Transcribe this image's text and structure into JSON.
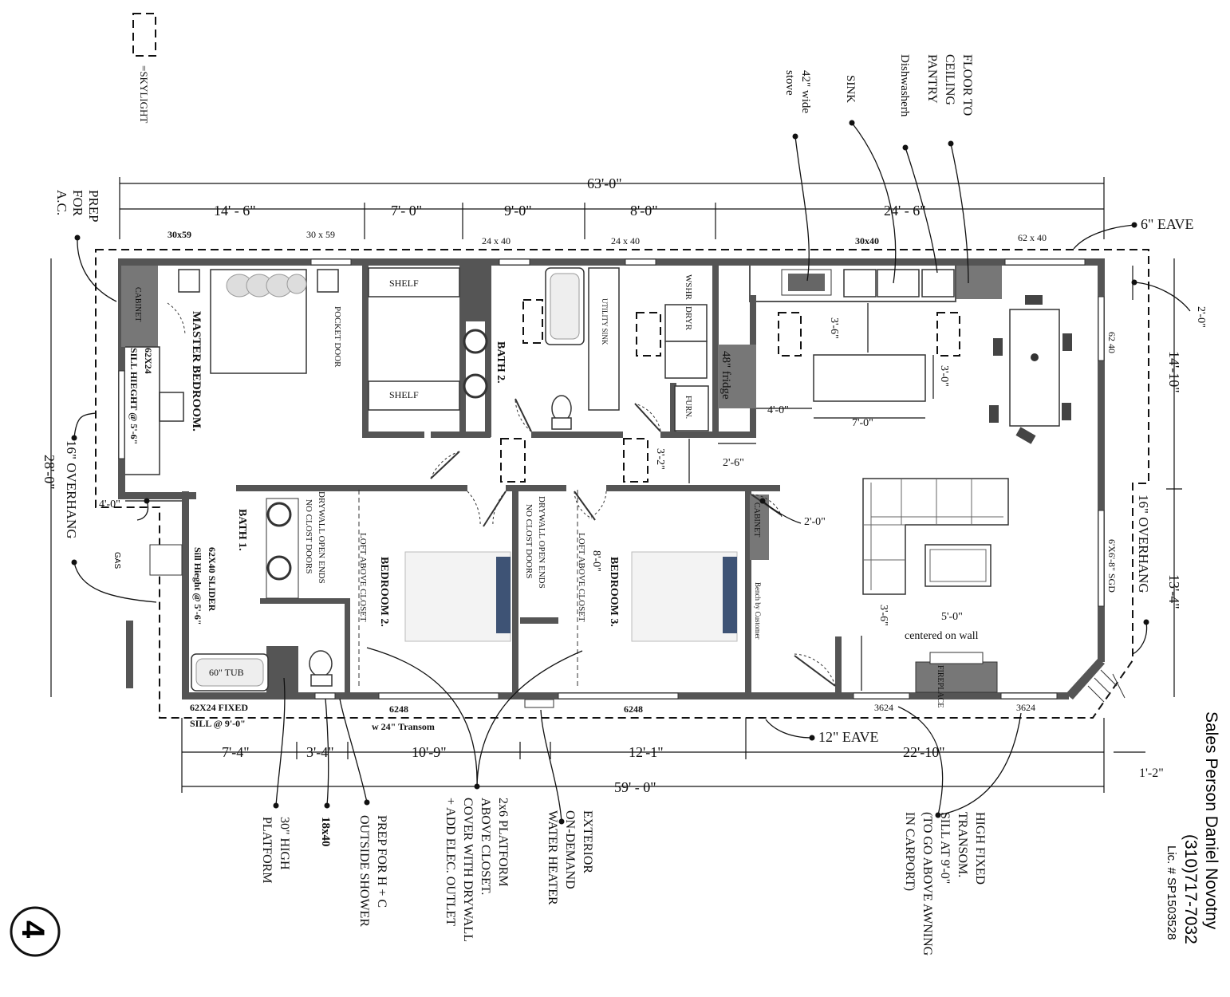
{
  "sheet_number": "4",
  "legend": {
    "skylight": "=SKYLIGHT"
  },
  "dimensions": {
    "overall_top": "63'-0\"",
    "top_segments": [
      "14' - 6\"",
      "7'- 0\"",
      "9'-0\"",
      "8'-0\"",
      "24' - 6\""
    ],
    "overall_bottom": "59' - 0\"",
    "bottom_segments": [
      "7'-4\"",
      "3'-4\"",
      "10'-9\"",
      "12'-1\"",
      "22'-10\""
    ],
    "left_overall": "28'-0\"",
    "right_top": "14'-10\"",
    "right_bottom": "13'-4\"",
    "bottom_right_small": "1'-2\""
  },
  "windows": {
    "w1": "30x59",
    "w2": "30 x 59",
    "w3": "24 x 40",
    "w4": "24 x 40",
    "w5": "30x40",
    "w6": "62 x 40",
    "right_wall": "62 40",
    "slider_door": "6'X6'-8\" SGD",
    "bottom1": "6248",
    "bottom1_note": "w 24\" Transom",
    "bottom2": "6248",
    "bottom3": "3624",
    "bottom4": "3624",
    "left1": "62X24",
    "left1_sill": "SILL HIEGHT @ 5'-6\"",
    "left2": "62X40 SLIDER",
    "left2_sill": "Sill Hieght @ 5'-6\"",
    "bath_fixed": "62X24 FIXED",
    "bath_fixed_sill": "SILL @ 9'-0\""
  },
  "rooms": {
    "master": "MASTER BEDROOM.",
    "bath1": "BATH 1.",
    "bath2": "BATH 2.",
    "bedroom2": "BEDROOM 2.",
    "bedroom3": "BEDROOM 3."
  },
  "labels": {
    "cabinet": "CABINET",
    "cabinet2": "CABINET",
    "pocket_door": "POCKET DOOR",
    "shelf1": "SHELF",
    "shelf2": "SHELF",
    "utility_sink": "UTILITY SINK",
    "wshr": "WSHR",
    "dryr": "DRYR",
    "furn": "FURN.",
    "fridge": "48\" fridge",
    "tub": "60\" TUB",
    "gas": "GAS",
    "drywall1_a": "DRYWALL OPEN ENDS",
    "drywall1_b": "NO CLOST DOORS",
    "drywall2_a": "DRYWALL OPEN ENDS",
    "drywall2_b": "NO CLOST DOORS",
    "loft1": "LOFT ABOVE CLOSET",
    "loft2": "LOFT ABOVE CLOSET",
    "bench": "Bench by Customer",
    "fireplace": "FIREPLACE",
    "centered_a": "5'-0\"",
    "centered_b": "centered on wall",
    "overhang_left": "16\" OVERHANG",
    "overhang_right": "16\" OVERHANG"
  },
  "clearances": {
    "c1": "3'-6\"",
    "c2": "3'-0\"",
    "c3": "4'-0\"",
    "c4": "7'-0\"",
    "c5": "2'-6\"",
    "c6": "3'-2\"",
    "c7": "2'-0\"",
    "c8": "8'-0\"",
    "c9": "3'-6\"",
    "c10": "4'-0\"",
    "c11": "2'-0\""
  },
  "callouts": {
    "prep_ac": [
      "PREP",
      "FOR",
      "A.C."
    ],
    "stove": [
      "42\" wide",
      "stove"
    ],
    "sink": [
      "SINK"
    ],
    "dishwasher": [
      "Dishwasherh"
    ],
    "pantry": [
      "FLOOR TO",
      "CEILING",
      "PANTRY"
    ],
    "eave6": "6\" EAVE",
    "eave12": "12\" EAVE",
    "platform30": [
      "30\" HIGH",
      "PLATFORM"
    ],
    "w18x40": [
      "18x40"
    ],
    "outside_shower": [
      "PREP FOR H + C",
      "OUTSIDE SHOWER"
    ],
    "platform2x6": [
      "2x6 PLATFORM",
      "ABOVE CLOSET.",
      "COVER WITH DRYWALL",
      "+ ADD ELEC. OUTLET"
    ],
    "water_heater": [
      "EXTERIOR",
      "ON-DEMAND",
      "WATER HEATER"
    ],
    "transom": [
      "HIGH FIXED",
      "TRANSOM.",
      "SILL AT 9'-0\"",
      "(TO GO ABOVE AWNING",
      "IN CARPORT)"
    ]
  },
  "salesperson": {
    "name": "Sales Person Daniel Novotny",
    "phone": "(310)717-7032",
    "license": "Lic. # SP1503528"
  }
}
